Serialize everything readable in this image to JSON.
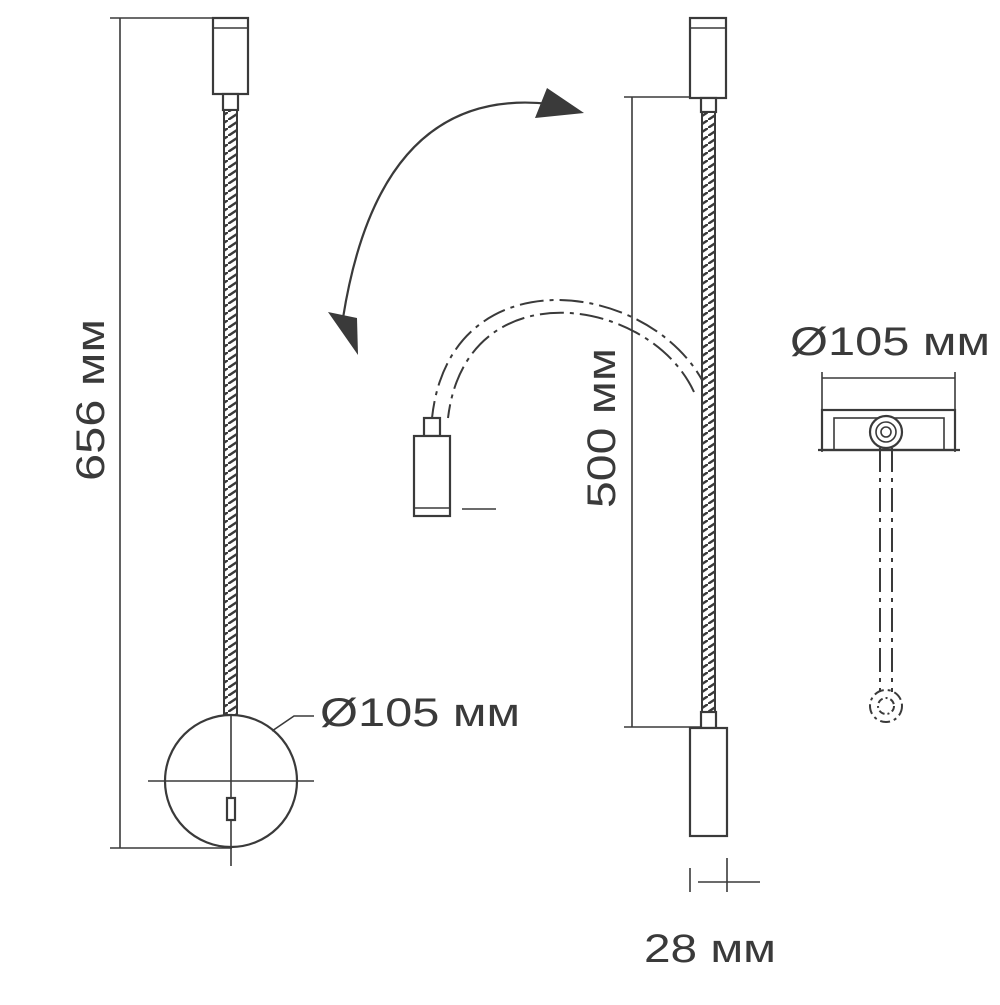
{
  "dimensions": {
    "total_height": "656 мм",
    "flex_length": "500 мм",
    "head_width": "28 мм",
    "base_diameter_front": "Ø105 мм",
    "base_diameter_top": "Ø105 мм"
  },
  "colors": {
    "line": "#3a3a3a",
    "background": "#ffffff"
  }
}
